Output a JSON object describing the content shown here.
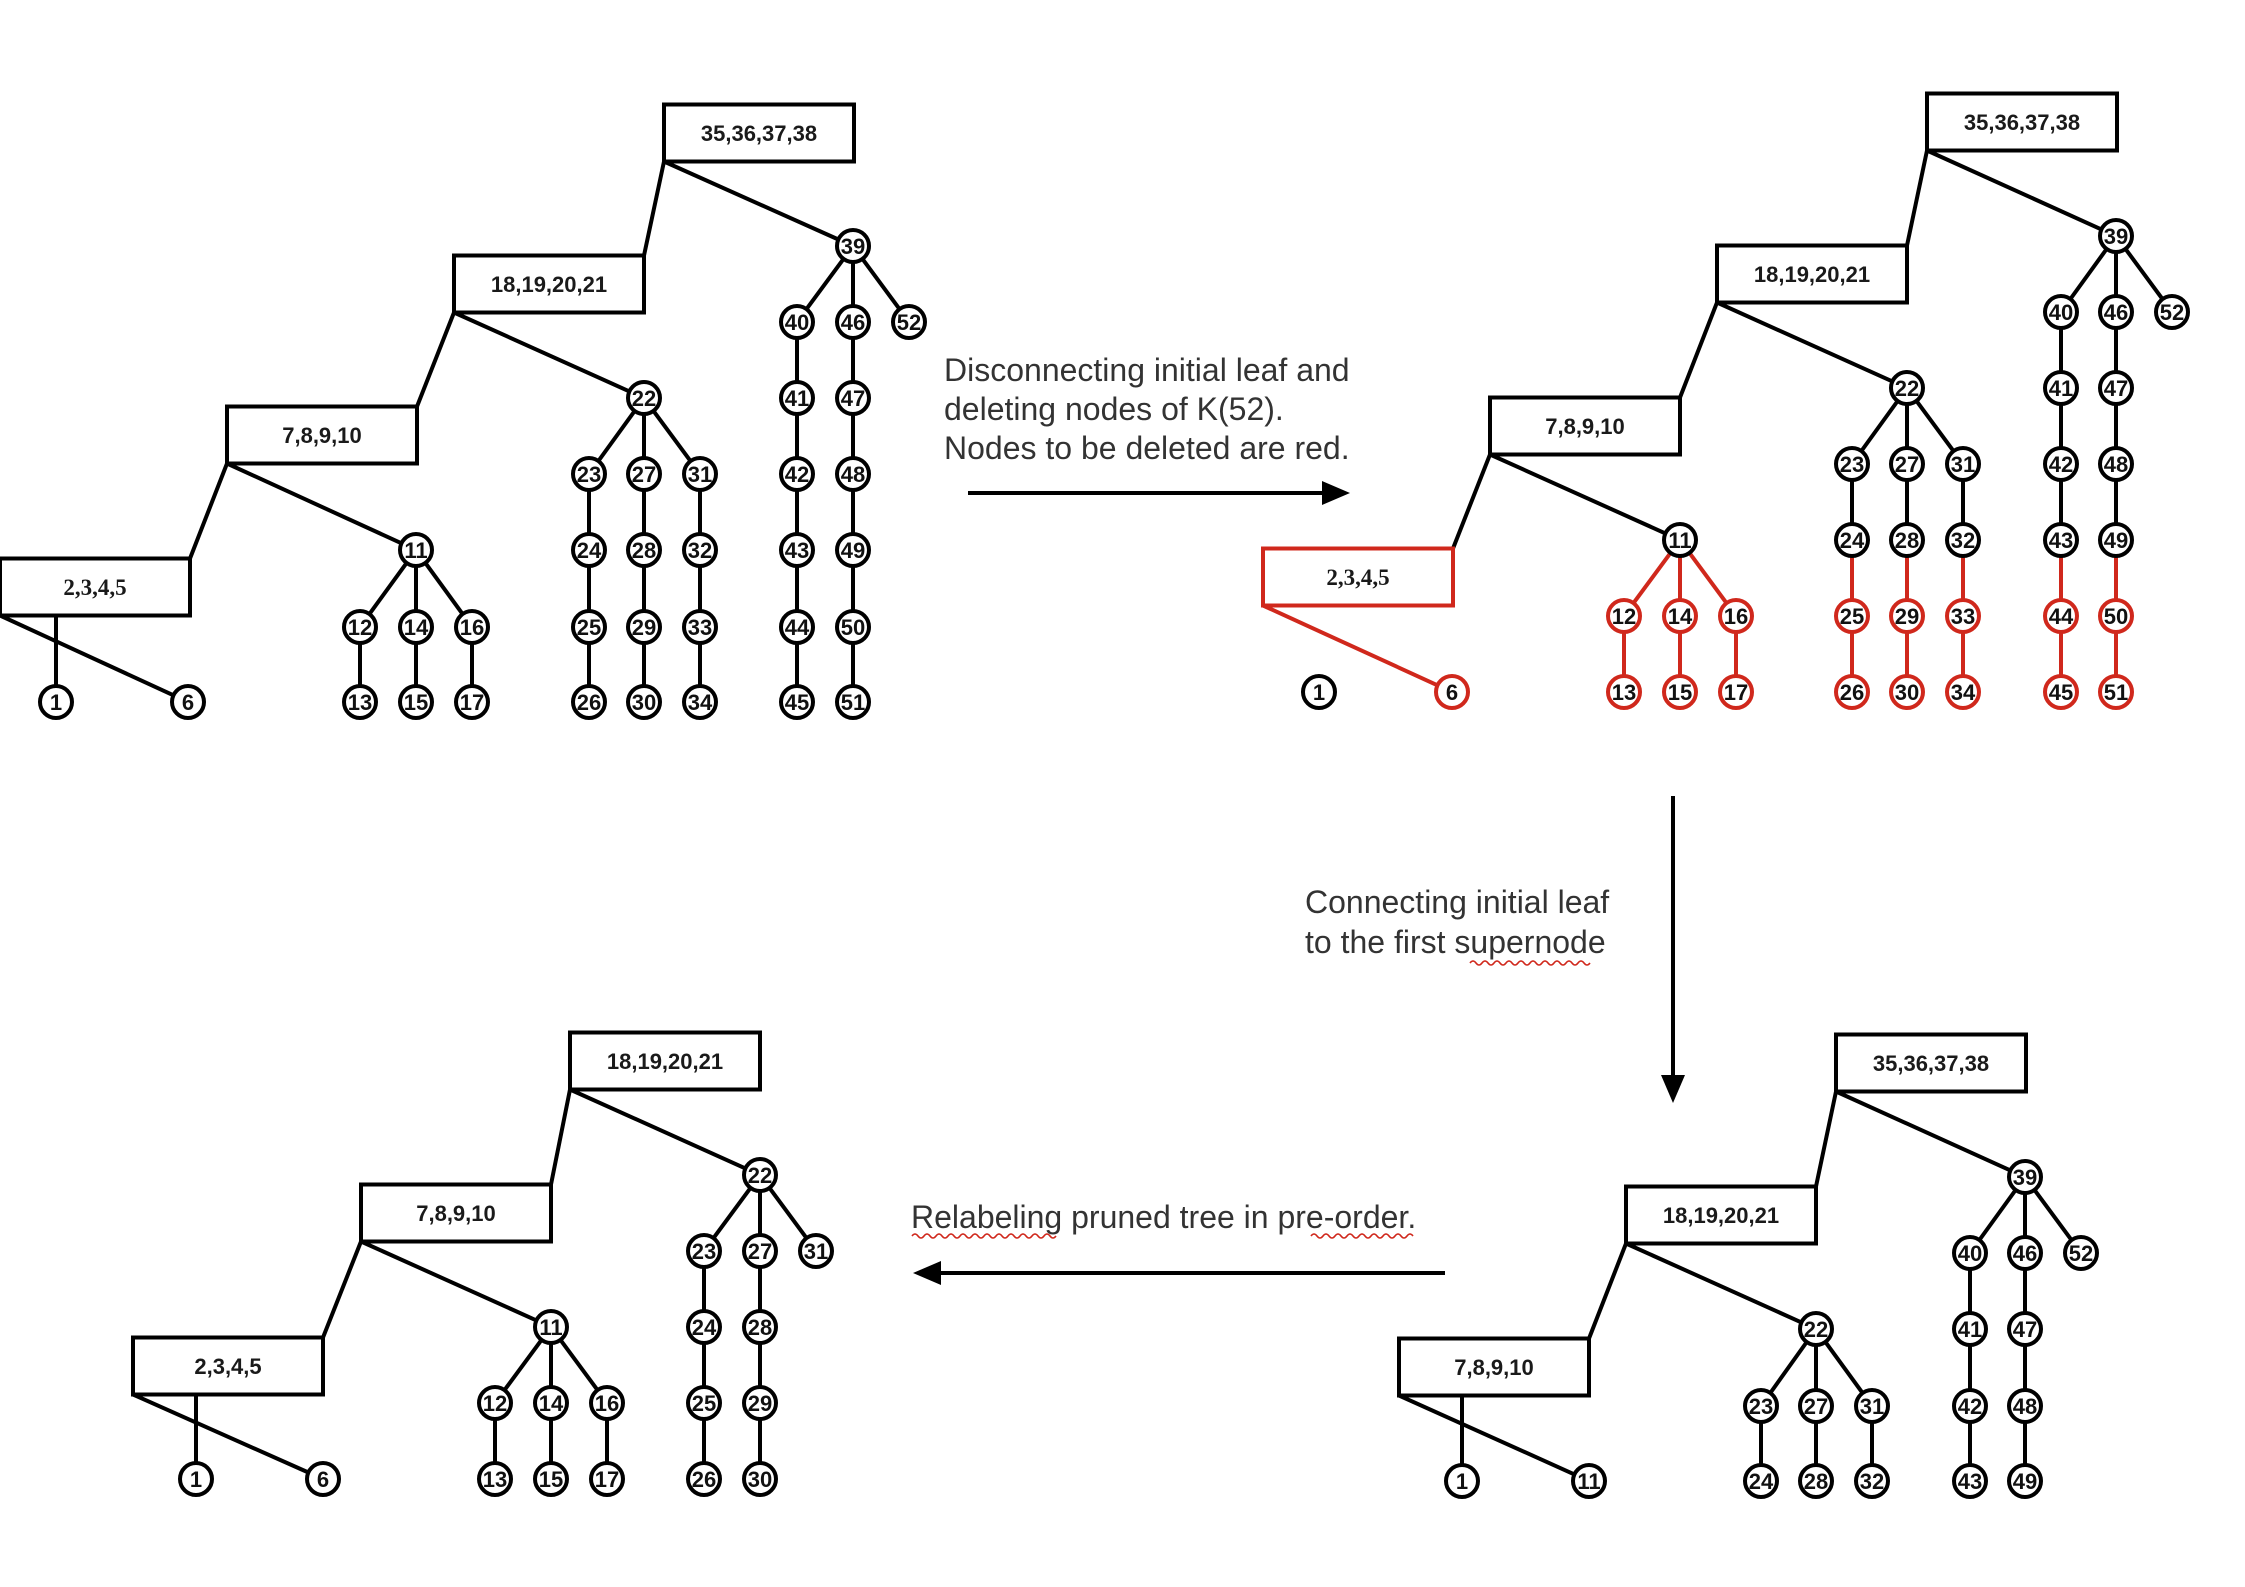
{
  "colors": {
    "ink": "#000000",
    "deleted": "#d0281c",
    "caption": "#333333"
  },
  "captions": {
    "step1": [
      "Disconnecting initial leaf and",
      "deleting nodes of K(52).",
      "Nodes to be deleted are red."
    ],
    "step2": [
      "Connecting initial leaf",
      "to the first supernode"
    ],
    "step3": [
      "Relabeling pruned tree in pre-order."
    ]
  },
  "panels": [
    {
      "id": "original",
      "supernodes": [
        "2,3,4,5",
        "7,8,9,10",
        "18,19,20,21",
        "35,36,37,38"
      ],
      "nodes": [
        "1",
        "6",
        "11",
        "12",
        "13",
        "14",
        "15",
        "16",
        "17",
        "22",
        "23",
        "24",
        "25",
        "26",
        "27",
        "28",
        "29",
        "30",
        "31",
        "32",
        "33",
        "34",
        "39",
        "40",
        "41",
        "42",
        "43",
        "44",
        "45",
        "46",
        "47",
        "48",
        "49",
        "50",
        "51",
        "52"
      ]
    },
    {
      "id": "marked",
      "supernodes": [
        "2,3,4,5",
        "7,8,9,10",
        "18,19,20,21",
        "35,36,37,38"
      ],
      "nodes": [
        "1",
        "6",
        "11",
        "12",
        "13",
        "14",
        "15",
        "16",
        "17",
        "22",
        "23",
        "24",
        "25",
        "26",
        "27",
        "28",
        "29",
        "30",
        "31",
        "32",
        "33",
        "34",
        "39",
        "40",
        "41",
        "42",
        "43",
        "44",
        "45",
        "46",
        "47",
        "48",
        "49",
        "50",
        "51",
        "52"
      ],
      "deleted": [
        "2,3,4,5",
        "6",
        "12",
        "13",
        "14",
        "15",
        "16",
        "17",
        "25",
        "26",
        "29",
        "30",
        "33",
        "34",
        "44",
        "45",
        "50",
        "51"
      ]
    },
    {
      "id": "pruned",
      "supernodes": [
        "7,8,9,10",
        "18,19,20,21",
        "35,36,37,38"
      ],
      "nodes": [
        "1",
        "11",
        "22",
        "23",
        "24",
        "27",
        "28",
        "31",
        "32",
        "39",
        "40",
        "41",
        "42",
        "43",
        "46",
        "47",
        "48",
        "49",
        "52"
      ]
    },
    {
      "id": "relabeled",
      "supernodes": [
        "2,3,4,5",
        "7,8,9,10",
        "18,19,20,21"
      ],
      "nodes": [
        "1",
        "6",
        "11",
        "12",
        "13",
        "14",
        "15",
        "16",
        "17",
        "22",
        "23",
        "24",
        "25",
        "26",
        "27",
        "28",
        "29",
        "30",
        "31"
      ]
    }
  ]
}
